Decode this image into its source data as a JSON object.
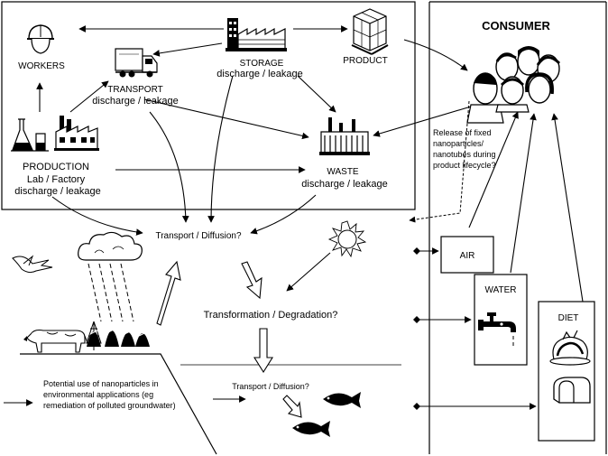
{
  "factory_box": {
    "workers": "WORKERS",
    "storage": "STORAGE",
    "storage_sub": "discharge / leakage",
    "product": "PRODUCT",
    "transport": "TRANSPORT",
    "transport_sub": "discharge / leakage",
    "production": "PRODUCTION",
    "production_sub1": "Lab / Factory",
    "production_sub2": "discharge / leakage",
    "waste": "WASTE",
    "waste_sub": "discharge / leakage"
  },
  "consumer": {
    "title": "CONSUMER",
    "release_lines": [
      "Release of fixed",
      "nanoparticles/",
      "nanotubes during",
      "product lifecycle?"
    ],
    "air": "AIR",
    "water": "WATER",
    "diet": "DIET"
  },
  "environment": {
    "transport_diffusion_top": "Transport / Diffusion?",
    "transformation": "Transformation / Degradation?",
    "transport_diffusion_bottom": "Transport / Diffusion?",
    "potential_lines": [
      "Potential use of nanoparticles in",
      "environmental applications (eg",
      "remediation of polluted groundwater)"
    ]
  },
  "icons": [
    "worker-icon",
    "truck-icon",
    "storage-factory-icon",
    "product-boxes-icon",
    "lab-flask-icon",
    "factory-icon",
    "waste-plant-icon",
    "consumer-people-icon",
    "sun-icon",
    "cloud-icon",
    "bird-icon",
    "cow-icon",
    "tree-icon",
    "fish-icon",
    "tap-icon",
    "cake-icon",
    "bread-icon"
  ]
}
